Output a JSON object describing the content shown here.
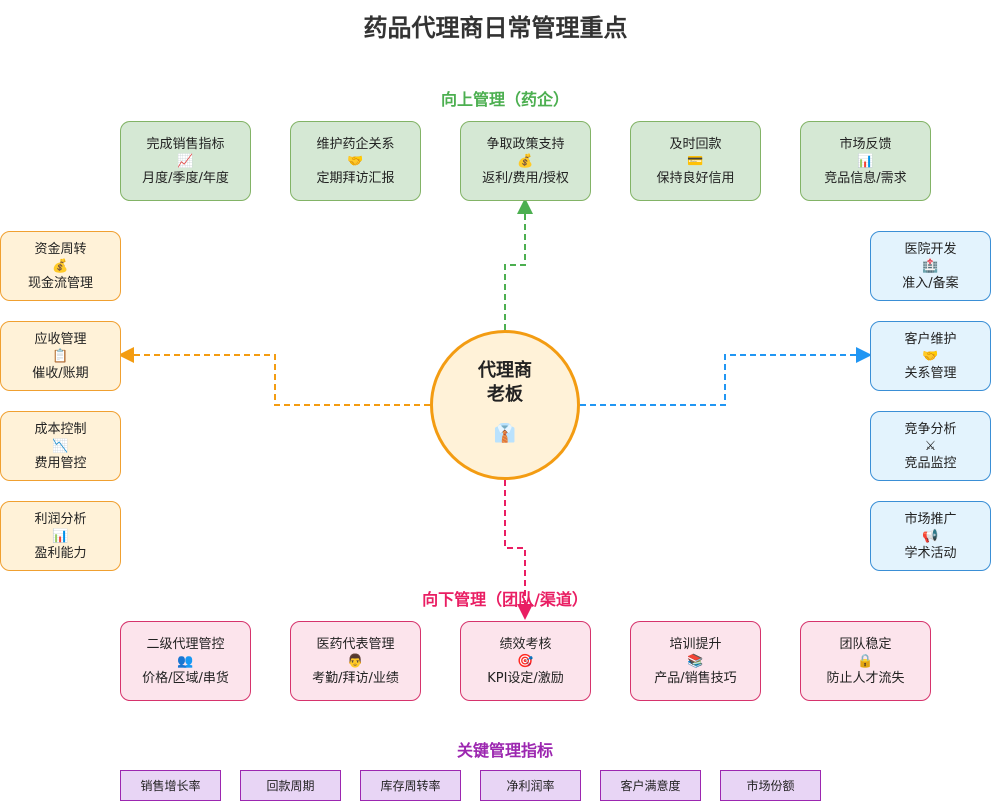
{
  "title": "药品代理商日常管理重点",
  "center": {
    "line1": "代理商",
    "line2": "老板",
    "icon": "👔"
  },
  "up": {
    "title": "向上管理（药企）",
    "items": [
      {
        "label": "完成销售指标",
        "icon": "📈",
        "sub": "月度/季度/年度"
      },
      {
        "label": "维护药企关系",
        "icon": "🤝",
        "sub": "定期拜访汇报"
      },
      {
        "label": "争取政策支持",
        "icon": "💰",
        "sub": "返利/费用/授权"
      },
      {
        "label": "及时回款",
        "icon": "💳",
        "sub": "保持良好信用"
      },
      {
        "label": "市场反馈",
        "icon": "📊",
        "sub": "竞品信息/需求"
      }
    ]
  },
  "left": {
    "items": [
      {
        "label": "资金周转",
        "icon": "💰",
        "sub": "现金流管理"
      },
      {
        "label": "应收管理",
        "icon": "📋",
        "sub": "催收/账期"
      },
      {
        "label": "成本控制",
        "icon": "📉",
        "sub": "费用管控"
      },
      {
        "label": "利润分析",
        "icon": "📊",
        "sub": "盈利能力"
      }
    ]
  },
  "right": {
    "items": [
      {
        "label": "医院开发",
        "icon": "🏥",
        "sub": "准入/备案"
      },
      {
        "label": "客户维护",
        "icon": "🤝",
        "sub": "关系管理"
      },
      {
        "label": "竞争分析",
        "icon": "⚔",
        "sub": "竞品监控"
      },
      {
        "label": "市场推广",
        "icon": "📢",
        "sub": "学术活动"
      }
    ]
  },
  "down": {
    "title": "向下管理（团队/渠道）",
    "items": [
      {
        "label": "二级代理管控",
        "icon": "👥",
        "sub": "价格/区域/串货"
      },
      {
        "label": "医药代表管理",
        "icon": "👨",
        "sub": "考勤/拜访/业绩"
      },
      {
        "label": "绩效考核",
        "icon": "🎯",
        "sub": "KPI设定/激励"
      },
      {
        "label": "培训提升",
        "icon": "📚",
        "sub": "产品/销售技巧"
      },
      {
        "label": "团队稳定",
        "icon": "🔒",
        "sub": "防止人才流失"
      }
    ]
  },
  "kpi": {
    "title": "关键管理指标",
    "items": [
      "销售增长率",
      "回款周期",
      "库存周转率",
      "净利润率",
      "客户满意度",
      "市场份额"
    ]
  },
  "colors": {
    "up": "#4caf50",
    "left": "#f39c12",
    "right": "#2196f3",
    "down": "#e91e63",
    "kpi": "#9c27b0"
  }
}
